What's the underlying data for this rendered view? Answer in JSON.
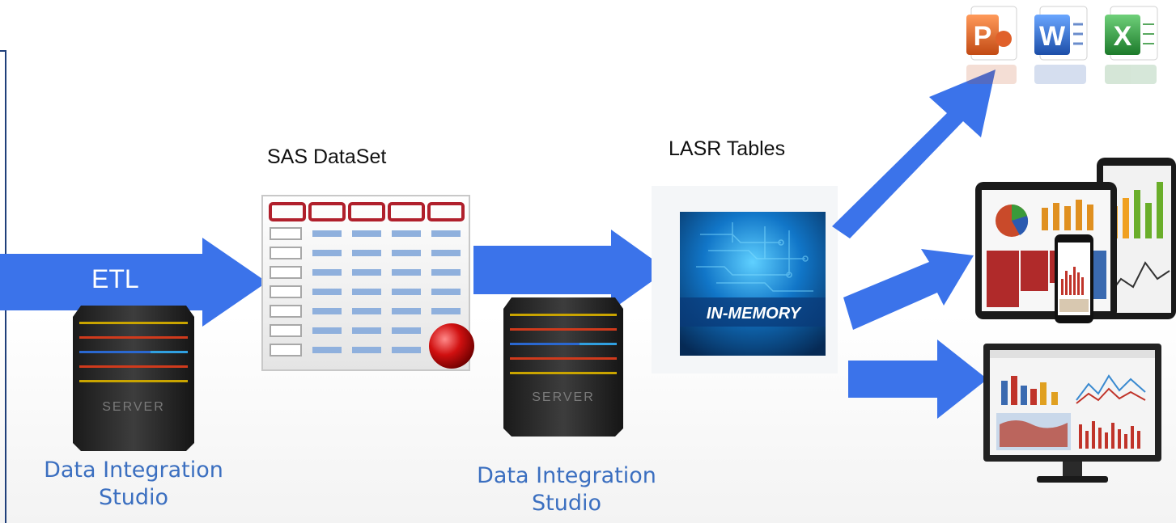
{
  "labels": {
    "etl": "ETL",
    "sas_dataset": "SAS DataSet",
    "lasr_tables": "LASR Tables",
    "dis_left_line1": "Data Integration",
    "dis_left_line2": "Studio",
    "dis_mid_line1": "Data Integration",
    "dis_mid_line2": "Studio",
    "in_memory": "IN-MEMORY",
    "server_left": "SERVER",
    "server_mid": "SERVER"
  },
  "office_icons": {
    "powerpoint": "P",
    "word": "W",
    "excel": "X"
  },
  "colors": {
    "arrow": "#3b73ea",
    "frame": "#1f3f7a",
    "label_blue": "#3b6fc0",
    "table_header": "#b0202c",
    "table_cell": "#8fb0dd"
  }
}
